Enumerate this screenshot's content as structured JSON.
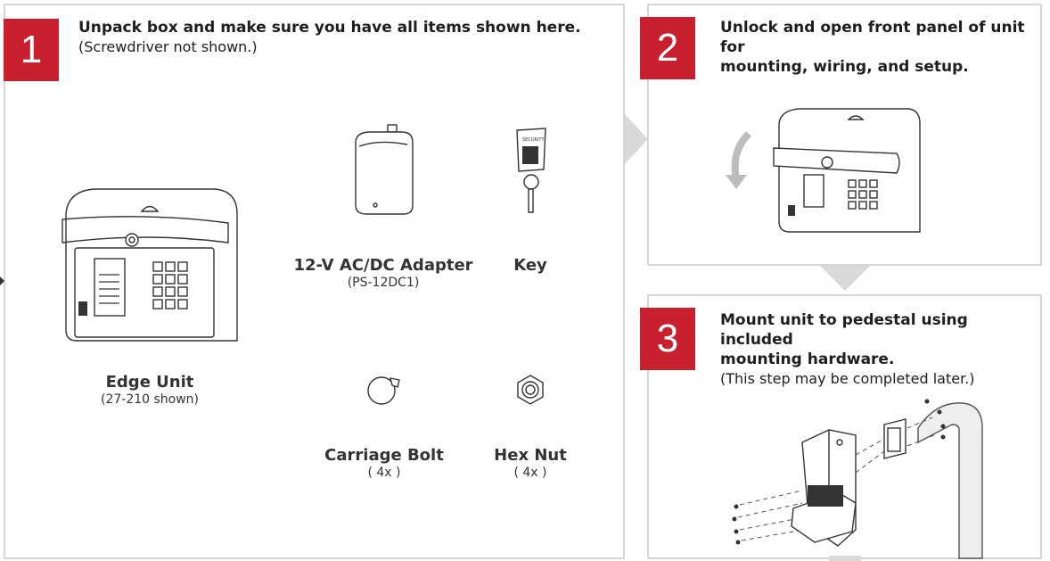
{
  "step1": {
    "number": "1",
    "title": "Unpack box and make sure you have all items shown here.",
    "subtitle": "(Screwdriver not shown.)",
    "items": [
      {
        "name": "Edge Unit",
        "detail": "(27-210 shown)"
      },
      {
        "name": "12-V AC/DC Adapter",
        "detail": "(PS-12DC1)"
      },
      {
        "name": "Key",
        "detail": ""
      },
      {
        "name": "Carriage Bolt",
        "detail": "( 4x )"
      },
      {
        "name": "Hex Nut",
        "detail": "( 4x )"
      }
    ]
  },
  "step2": {
    "number": "2",
    "title_line1": "Unlock and open front panel of unit for",
    "title_line2": "mounting, wiring, and setup."
  },
  "step3": {
    "number": "3",
    "title_line1": "Mount unit to pedestal using included",
    "title_line2": "mounting hardware.",
    "subtitle": "(This step may be completed later.)"
  },
  "colors": {
    "badge": "#c8202f",
    "border": "#d6d6d6",
    "arrow": "#d9d9d9"
  }
}
